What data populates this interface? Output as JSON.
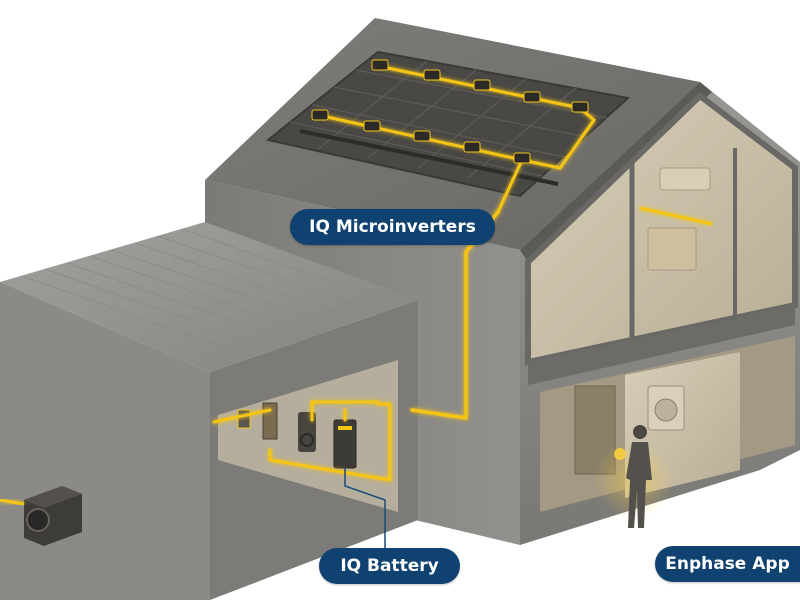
{
  "labels": {
    "microinverters": "IQ Microinverters",
    "battery": "IQ Battery",
    "app": "Enphase App"
  },
  "colors": {
    "label_bg": "#0f4270",
    "label_text": "#ffffff",
    "energy_line": "#f5c518",
    "wall": "#8a8884",
    "roof": "#6f6d6a",
    "interior": "#c9bfa9"
  },
  "icons": [
    "solar-panel-array",
    "microinverter",
    "battery",
    "heat-pump",
    "ev-charger",
    "person-with-phone"
  ]
}
